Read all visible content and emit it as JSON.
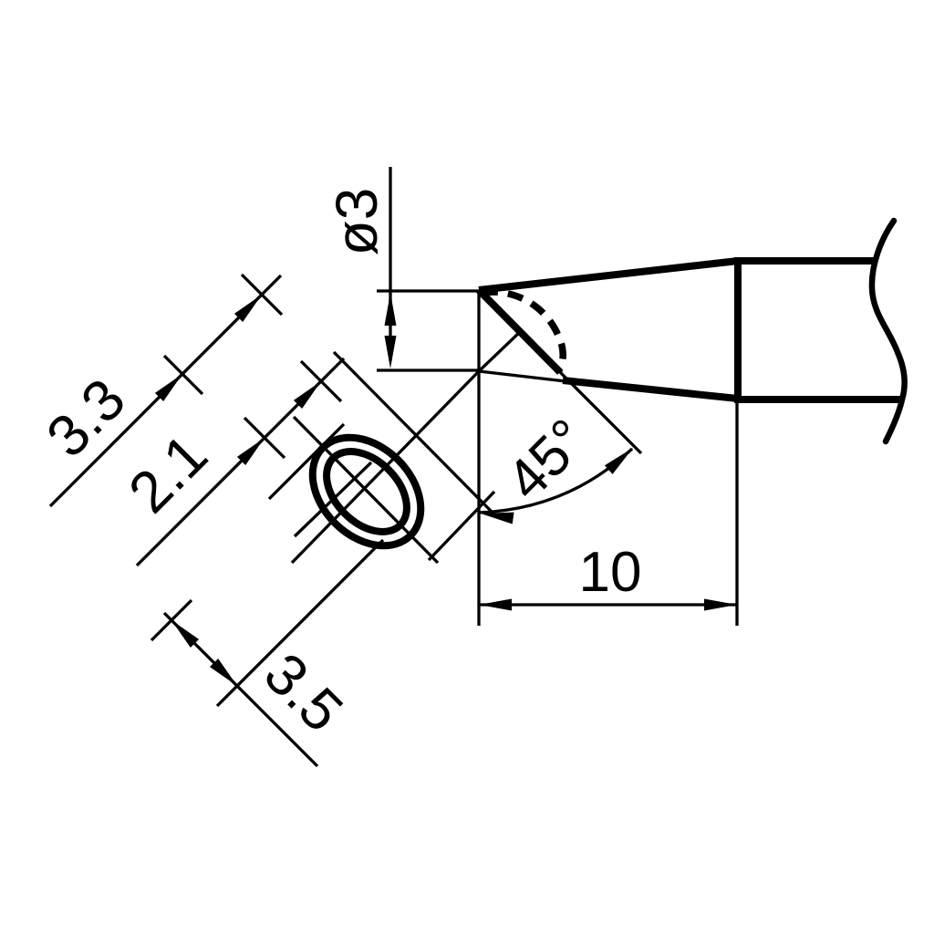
{
  "drawing": {
    "description": "Dimensioned technical drawing of a bevel-cut (BC type) soldering iron tip, side view and oblique face view",
    "background_color": "#ffffff",
    "line_color": "#000000",
    "side_view": {
      "diameter_label": "ø3",
      "bevel_angle_label": "45°",
      "tip_length_label": "10"
    },
    "face_view": {
      "outer_width_label": "3.3",
      "inner_width_label": "2.1",
      "face_length_label": "3.5"
    }
  }
}
